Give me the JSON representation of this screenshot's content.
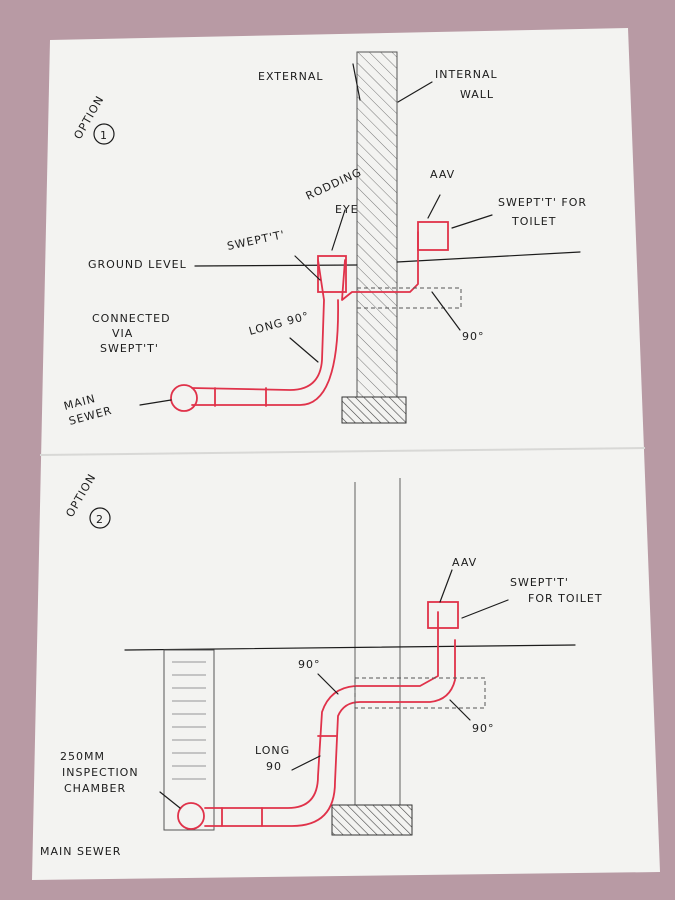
{
  "option1": {
    "heading": "OPTION",
    "number": "1",
    "labels": {
      "external": "EXTERNAL",
      "internal": "INTERNAL",
      "wall": "WALL",
      "rodding": "RODDING",
      "eye": "EYE",
      "aav": "AAV",
      "swept_t": "SWEPT'T'",
      "swept_t_for": "SWEPT'T' FOR",
      "toilet": "TOILET",
      "ground_level": "GROUND LEVEL",
      "connected": "CONNECTED",
      "via": "VIA",
      "swept_t2": "SWEPT'T'",
      "long90": "LONG 90°",
      "main": "MAIN",
      "sewer": "SEWER",
      "ninety": "90°"
    }
  },
  "option2": {
    "heading": "OPTION",
    "number": "2",
    "labels": {
      "aav": "AAV",
      "swept_t": "SWEPT'T'",
      "for_toilet": "FOR TOILET",
      "ninety_a": "90°",
      "ninety_b": "90°",
      "long": "LONG",
      "long_90": "90",
      "chamber_1": "250MM",
      "chamber_2": "INSPECTION",
      "chamber_3": "CHAMBER",
      "main_sewer": "MAIN SEWER"
    }
  },
  "colors": {
    "paper": "#f3f3f1",
    "background": "#b89aa4",
    "pipe": "#e0324a",
    "ink": "#1c1c1c"
  }
}
